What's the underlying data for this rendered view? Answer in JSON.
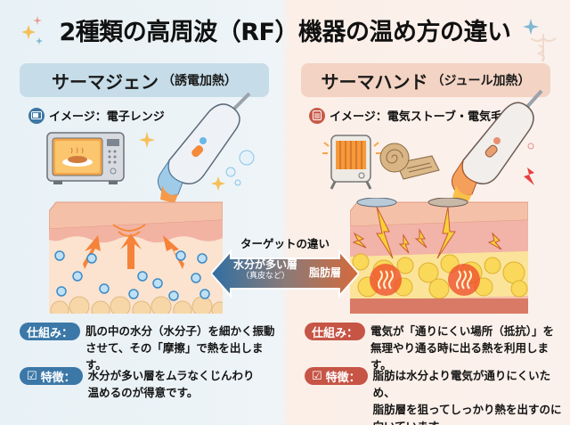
{
  "title": "2種類の高周波（RF）機器の温め方の違い",
  "left": {
    "device_name": "サーマジェン",
    "heating_type": "（誘電加熱）",
    "image_label": "イメージ：電子レンジ",
    "image_icon": "microwave-icon",
    "mechanism_label": "仕組み：",
    "mechanism_lines": [
      "肌の中の水分（水分子）を細かく振動",
      "させて、その「摩擦」で熱を出します。"
    ],
    "feature_label": "特徴：",
    "feature_lines": [
      "水分が多い層をムラなくじんわり",
      "温めるのが得意です。"
    ],
    "accent_color": "#3b78a8"
  },
  "right": {
    "device_name": "サーマハンド",
    "heating_type": "（ジュール加熱）",
    "image_label": "イメージ：電気ストーブ・電気毛布",
    "image_icon": "heater-icon",
    "mechanism_label": "仕組み：",
    "mechanism_lines": [
      "電気が「通りにくい場所（抵抗）」を",
      "無理やり通る時に出る熱を利用します。"
    ],
    "feature_label": "特徴：",
    "feature_lines": [
      "脂肪は水分より電気が通りにくいため、",
      "脂肪層を狙ってしっかり熱を出すのに",
      "向いています。"
    ],
    "accent_color": "#c65546"
  },
  "target": {
    "label": "ターゲットの違い",
    "left_text": "水分が多い層",
    "left_sub": "（真皮など）",
    "right_text": "脂肪層"
  }
}
